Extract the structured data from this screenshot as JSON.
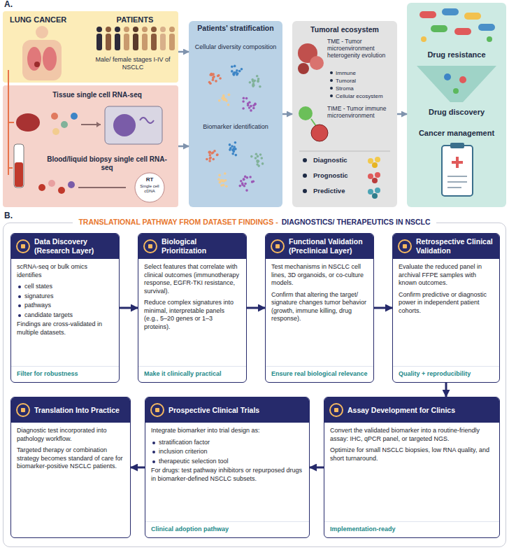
{
  "diagram": {
    "nodes": [
      {
        "text": [
          "LUNG CANCER",
          "PATIENTS",
          "Male/ female stages I-IV of NSCLC"
        ]
      },
      {
        "text": [
          "Tissue single cell RNA-seq",
          "Blood/liquid biopsy single cell RNA-seq"
        ]
      },
      {
        "text": [
          "Patients' stratification",
          "Cellular diversity composition",
          "Biomarker identification"
        ]
      },
      {
        "text": [
          "Tumoral ecosystem",
          "TME - Tumor microenvironment heterogenity evolution",
          "Immune",
          "Tumoral",
          "Stroma",
          "Cellular ecosystem",
          "TIME - Tumor immune microenvironment",
          "Diagnostic",
          "Prognostic",
          "Predictive"
        ]
      },
      {
        "text": [
          "Drug resistance",
          "Drug discovery",
          "Cancer management"
        ]
      },
      {
        "text": [
          "TRANSLATIONAL PATHWAY FROM DATASET FINDINGS -",
          "DIAGNOSTICS/ THERAPEUTICS IN NSCLC"
        ]
      },
      {
        "text": [
          "Data Discovery (Research Layer)",
          "scRNA-seq or bulk omics identifies",
          "cell states",
          "signatures",
          "pathways",
          "candidate targets",
          "Findings are cross-validated in multiple datasets.",
          "Filter for robustness"
        ],
        "in": 5
      },
      {
        "text": [
          "Biological Prioritization",
          "Select features that correlate with clinical outcomes (immunotherapy response, EGFR-TKI resistance, survival).",
          "Reduce complex signatures into minimal, interpretable panels (e.g., 5–20 genes or 1–3 proteins).",
          "Make it clinically practical"
        ],
        "in": 5
      },
      {
        "text": [
          "Functional Validation (Preclinical Layer)",
          "Test mechanisms in NSCLC cell lines, 3D organoids, or co-culture models.",
          "Confirm that altering the target/ signature changes tumor behavior (growth, immune killing, drug response).",
          "Ensure real biological relevance"
        ],
        "in": 5
      },
      {
        "text": [
          "Retrospective Clinical Validation",
          "Evaluate the reduced panel in archival FFPE samples with known outcomes.",
          "Confirm predictive or diagnostic power in independent patient cohorts.",
          "Quality + reproducibility"
        ],
        "in": 5
      },
      {
        "text": [
          "Translation Into Practice",
          "Diagnostic test incorporated into pathology workflow.",
          "Targeted therapy or combination strategy becomes standard of care for biomarker-positive NSCLC patients."
        ],
        "in": 5
      },
      {
        "text": [
          "Prospective Clinical Trials",
          "Integrate biomarker into trial design as:",
          "stratification factor",
          "inclusion criterion",
          "therapeutic selection tool",
          "For drugs: test pathway inhibitors or repurposed drugs in biomarker-defined NSCLC subsets.",
          "Clinical adoption pathway"
        ],
        "in": 5
      },
      {
        "text": [
          "Assay Development for Clinics",
          "Convert the validated biomarker into a routine-friendly assay: IHC, qPCR panel, or targeted NGS.",
          "Optimize for small NSCLC biopsies, low RNA quality, and short turnaround.",
          "Implementation-ready"
        ],
        "in": 5
      }
    ],
    "edges": [
      {
        "from": 0,
        "to": 2,
        "arrow": "to"
      },
      {
        "from": 1,
        "to": 2,
        "arrow": "to"
      },
      {
        "from": 2,
        "to": 3,
        "arrow": "to"
      },
      {
        "from": 3,
        "to": 4,
        "arrow": "to"
      },
      {
        "from": 6,
        "to": 7,
        "arrow": "to"
      },
      {
        "from": 7,
        "to": 8,
        "arrow": "to"
      },
      {
        "from": 8,
        "to": 9,
        "arrow": "to"
      },
      {
        "from": 9,
        "to": 12,
        "arrow": "to"
      },
      {
        "from": 12,
        "to": 11,
        "arrow": "to"
      },
      {
        "from": 11,
        "to": 10,
        "arrow": "to"
      }
    ],
    "labels": [
      "A.",
      "B.",
      "RT",
      "Single cell cDNA"
    ]
  }
}
